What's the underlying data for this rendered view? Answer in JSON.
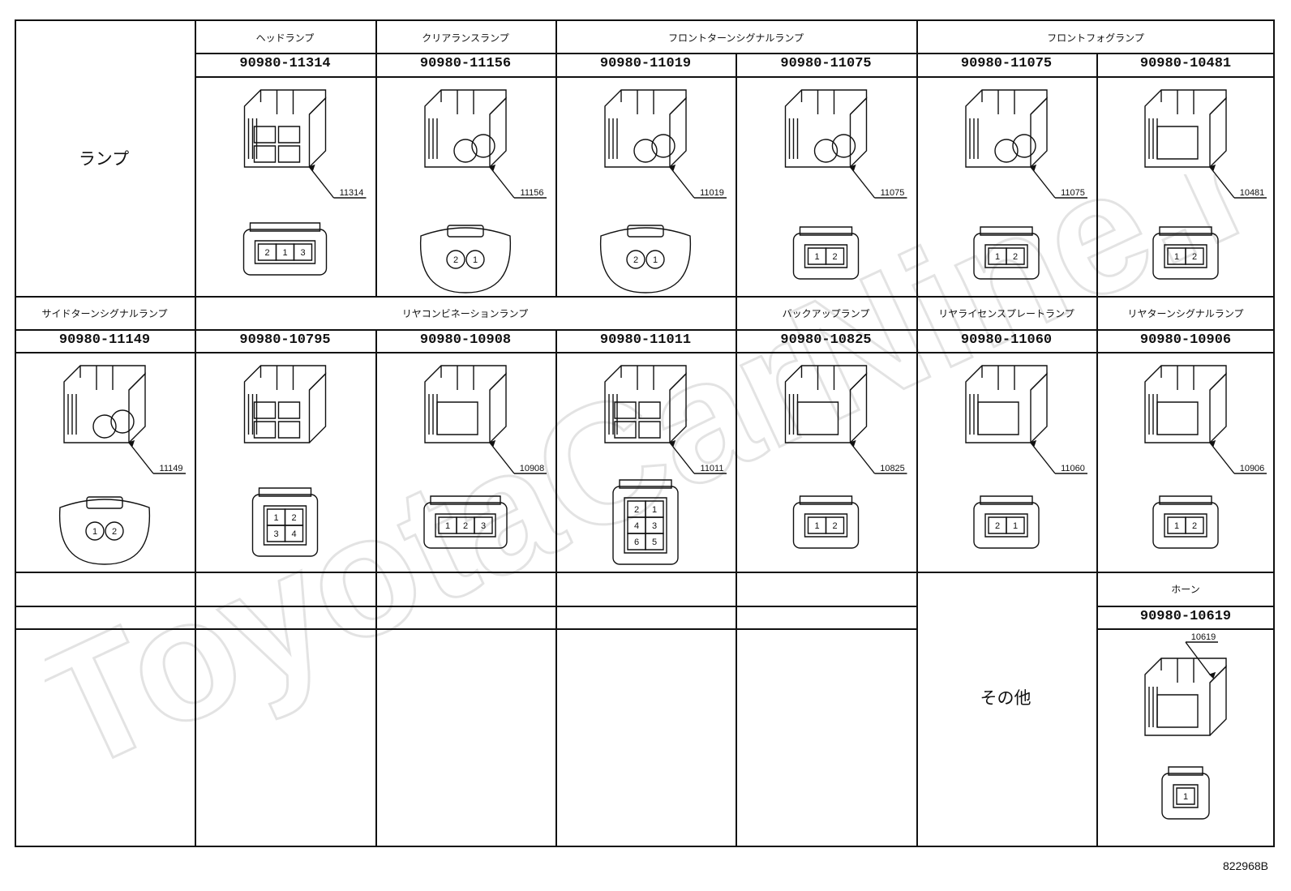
{
  "lamp_label": "ランプ",
  "other_label": "その他",
  "drawing_no": "822968B",
  "watermark": "ToyotaCarNine.ru",
  "row1": {
    "categories": [
      "ヘッドランプ",
      "クリアランスランプ",
      "フロントターンシグナルランプ",
      "フロントフォグランプ"
    ],
    "parts": [
      {
        "pn": "90980-11314",
        "code": "11314",
        "pins": [
          "1",
          "2",
          "3"
        ]
      },
      {
        "pn": "90980-11156",
        "code": "11156",
        "pins": [
          "2",
          "1"
        ]
      },
      {
        "pn": "90980-11019",
        "code": "11019",
        "pins": [
          "2",
          "1"
        ]
      },
      {
        "pn": "90980-11075",
        "code": "11075",
        "pins": [
          "1",
          "2"
        ]
      },
      {
        "pn": "90980-11075",
        "code": "11075",
        "pins": [
          "1",
          "2"
        ]
      },
      {
        "pn": "90980-10481",
        "code": "10481",
        "pins": [
          "1",
          "2"
        ]
      }
    ]
  },
  "row2": {
    "categories": [
      "サイドターンシグナルランプ",
      "リヤコンビネーションランプ",
      "バックアップランプ",
      "リヤライセンスプレートランプ",
      "リヤターンシグナルランプ"
    ],
    "parts": [
      {
        "pn": "90980-11149",
        "code": "11149",
        "pins": [
          "1",
          "2"
        ]
      },
      {
        "pn": "90980-10795",
        "code": "",
        "pins": [
          "1",
          "2",
          "3",
          "4"
        ]
      },
      {
        "pn": "90980-10908",
        "code": "10908",
        "pins": [
          "1",
          "2",
          "3"
        ]
      },
      {
        "pn": "90980-11011",
        "code": "11011",
        "pins": [
          "2",
          "1",
          "4",
          "3",
          "6",
          "5"
        ]
      },
      {
        "pn": "90980-10825",
        "code": "10825",
        "pins": [
          "1",
          "2"
        ]
      },
      {
        "pn": "90980-11060",
        "code": "11060",
        "pins": [
          "2",
          "1"
        ]
      },
      {
        "pn": "90980-10906",
        "code": "10906",
        "pins": [
          "1",
          "2"
        ]
      }
    ]
  },
  "row3": {
    "category": "ホーン",
    "part": {
      "pn": "90980-10619",
      "code": "10619",
      "pins": [
        "1"
      ]
    }
  }
}
